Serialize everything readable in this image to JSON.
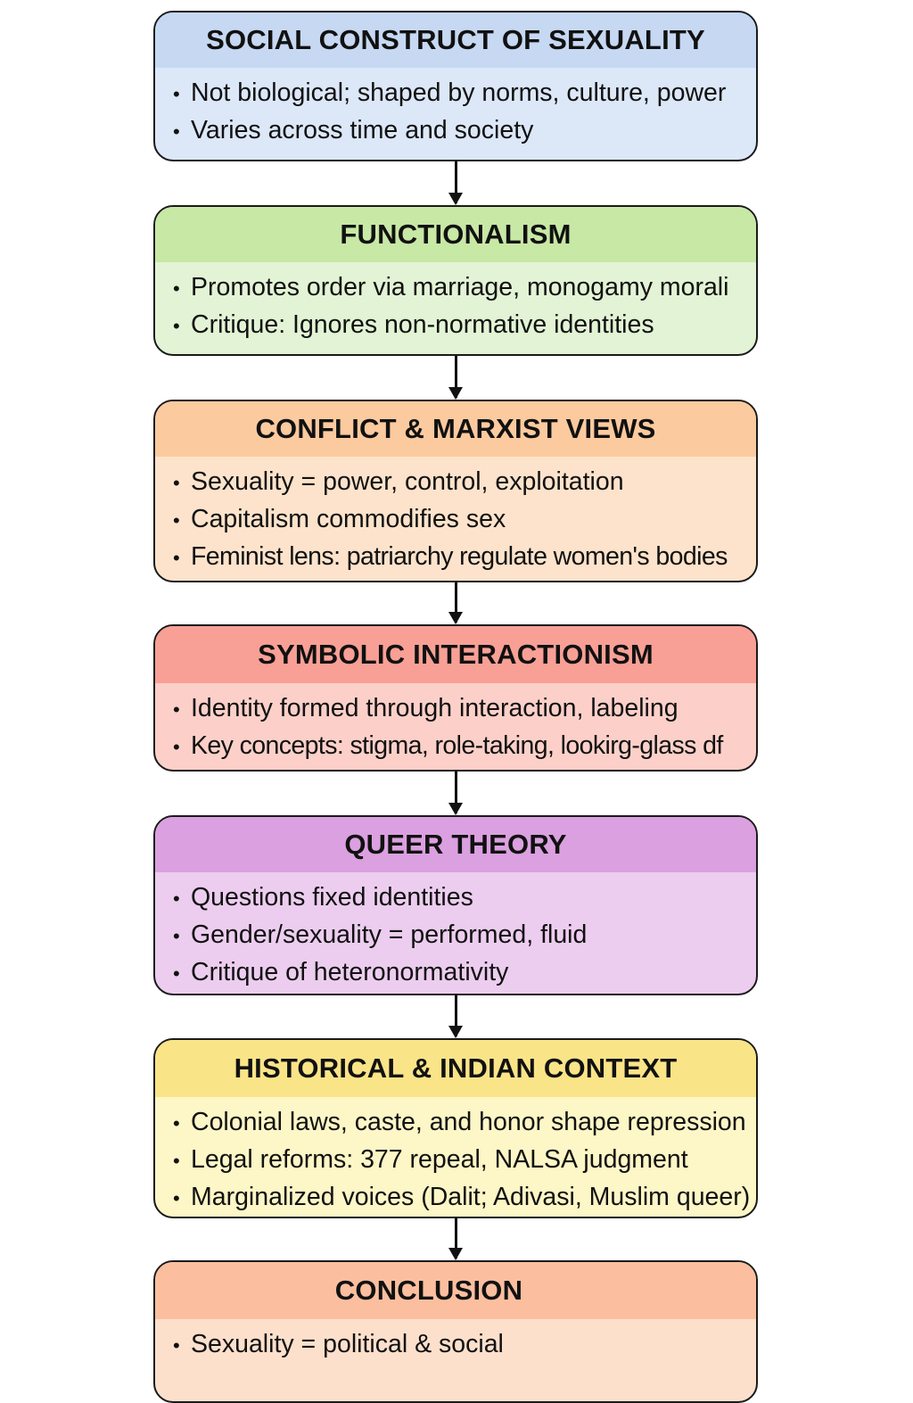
{
  "boxes": [
    {
      "title": "SOCIAL CONSTRUCT OF SEXUALITY",
      "items": [
        "Not biological; shaped by norms, culture, power",
        "Varies across time and society"
      ],
      "header_color": "#c6d8f2",
      "body_color": "#dce7f8"
    },
    {
      "title": "FUNCTIONALISM",
      "items": [
        "Promotes order via marriage, monogamy morali",
        "Critique: Ignores non-normative identities"
      ],
      "header_color": "#c8e8a6",
      "body_color": "#e3f3d5"
    },
    {
      "title": "CONFLICT & MARXIST VIEWS",
      "items": [
        "Sexuality = power, control, exploitation",
        "Capitalism commodifies sex",
        "Feminist lens: patriarchy regulate women's bodies"
      ],
      "header_color": "#fcca9f",
      "body_color": "#fde3cb"
    },
    {
      "title": "SYMBOLIC INTERACTIONISM",
      "items": [
        "Identity formed through interaction, labeling",
        "Key concepts: stigma, role-taking, lookirg-glass df"
      ],
      "header_color": "#f8a096",
      "body_color": "#fcd0c9"
    },
    {
      "title": "QUEER THEORY",
      "items": [
        "Questions fixed identities",
        "Gender/sexuality = performed, fluid",
        "Critique of heteronormativity"
      ],
      "header_color": "#dba0e0",
      "body_color": "#eccdef"
    },
    {
      "title": "HISTORICAL & INDIAN CONTEXT",
      "items": [
        "Colonial laws, caste, and honor shape repression",
        "Legal reforms: 377 repeal, NALSA judgment",
        "Marginalized voices (Dalit; Adivasi, Muslim queer)"
      ],
      "header_color": "#fae488",
      "body_color": "#fdf6c6"
    },
    {
      "title": "CONCLUSION",
      "items": [
        "Sexuality = political & social"
      ],
      "header_color": "#fbbf9f",
      "body_color": "#fde0cc"
    }
  ]
}
